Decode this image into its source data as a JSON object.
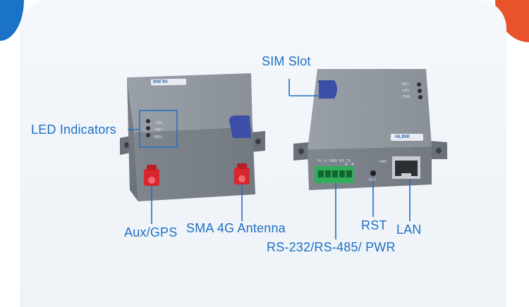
{
  "callouts": {
    "sim_slot": "SIM Slot",
    "led_indicators": "LED Indicators",
    "aux_gps": "Aux/GPS",
    "sma_antenna": "SMA 4G Antenna",
    "rst": "RST",
    "lan": "LAN",
    "serial_pwr": "RS-232/RS-485/ PWR"
  },
  "device_markings": {
    "brand": "HLINK",
    "led_labels": [
      "NET",
      "LAN",
      "PWR"
    ],
    "terminal_labels": [
      "V+",
      "V-",
      "GND",
      "RX",
      "TX"
    ],
    "terminal_sub_labels": [
      "A",
      "B"
    ],
    "rst_label": "RST",
    "lan_label": "LAN"
  },
  "colors": {
    "accent": "#1f6fc4",
    "device_body": "#7d8289",
    "antenna_connector": "#d9262e",
    "terminal_block": "#2fae5a",
    "sim_cover": "#3b4fa8"
  }
}
